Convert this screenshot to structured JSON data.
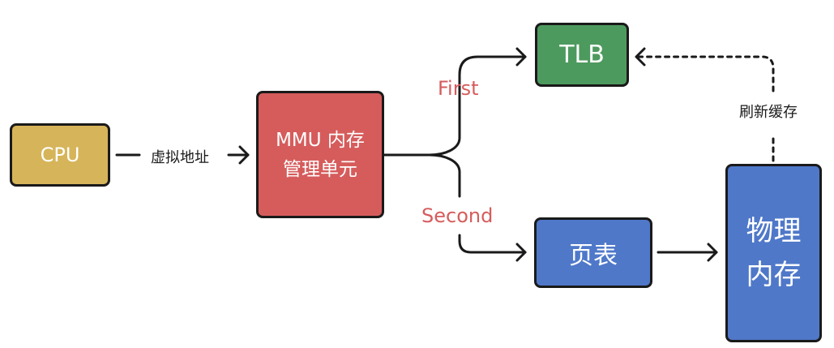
{
  "nodes": {
    "cpu": "CPU",
    "mmu": "MMU 内存\n管理单元",
    "tlb": "TLB",
    "page_table": "页表",
    "physical_memory": "物理\n内存"
  },
  "edges": {
    "virtual_address": "虚拟地址",
    "first": "First",
    "second": "Second",
    "flush_cache": "刷新缓存"
  },
  "colors": {
    "cpu": "#d6b459",
    "mmu": "#d65c5c",
    "tlb": "#4d9a5e",
    "page_table": "#4f78c9",
    "physical_memory": "#4f78c9",
    "branch_label": "#d65c5c",
    "stroke": "#1a1a1a"
  }
}
